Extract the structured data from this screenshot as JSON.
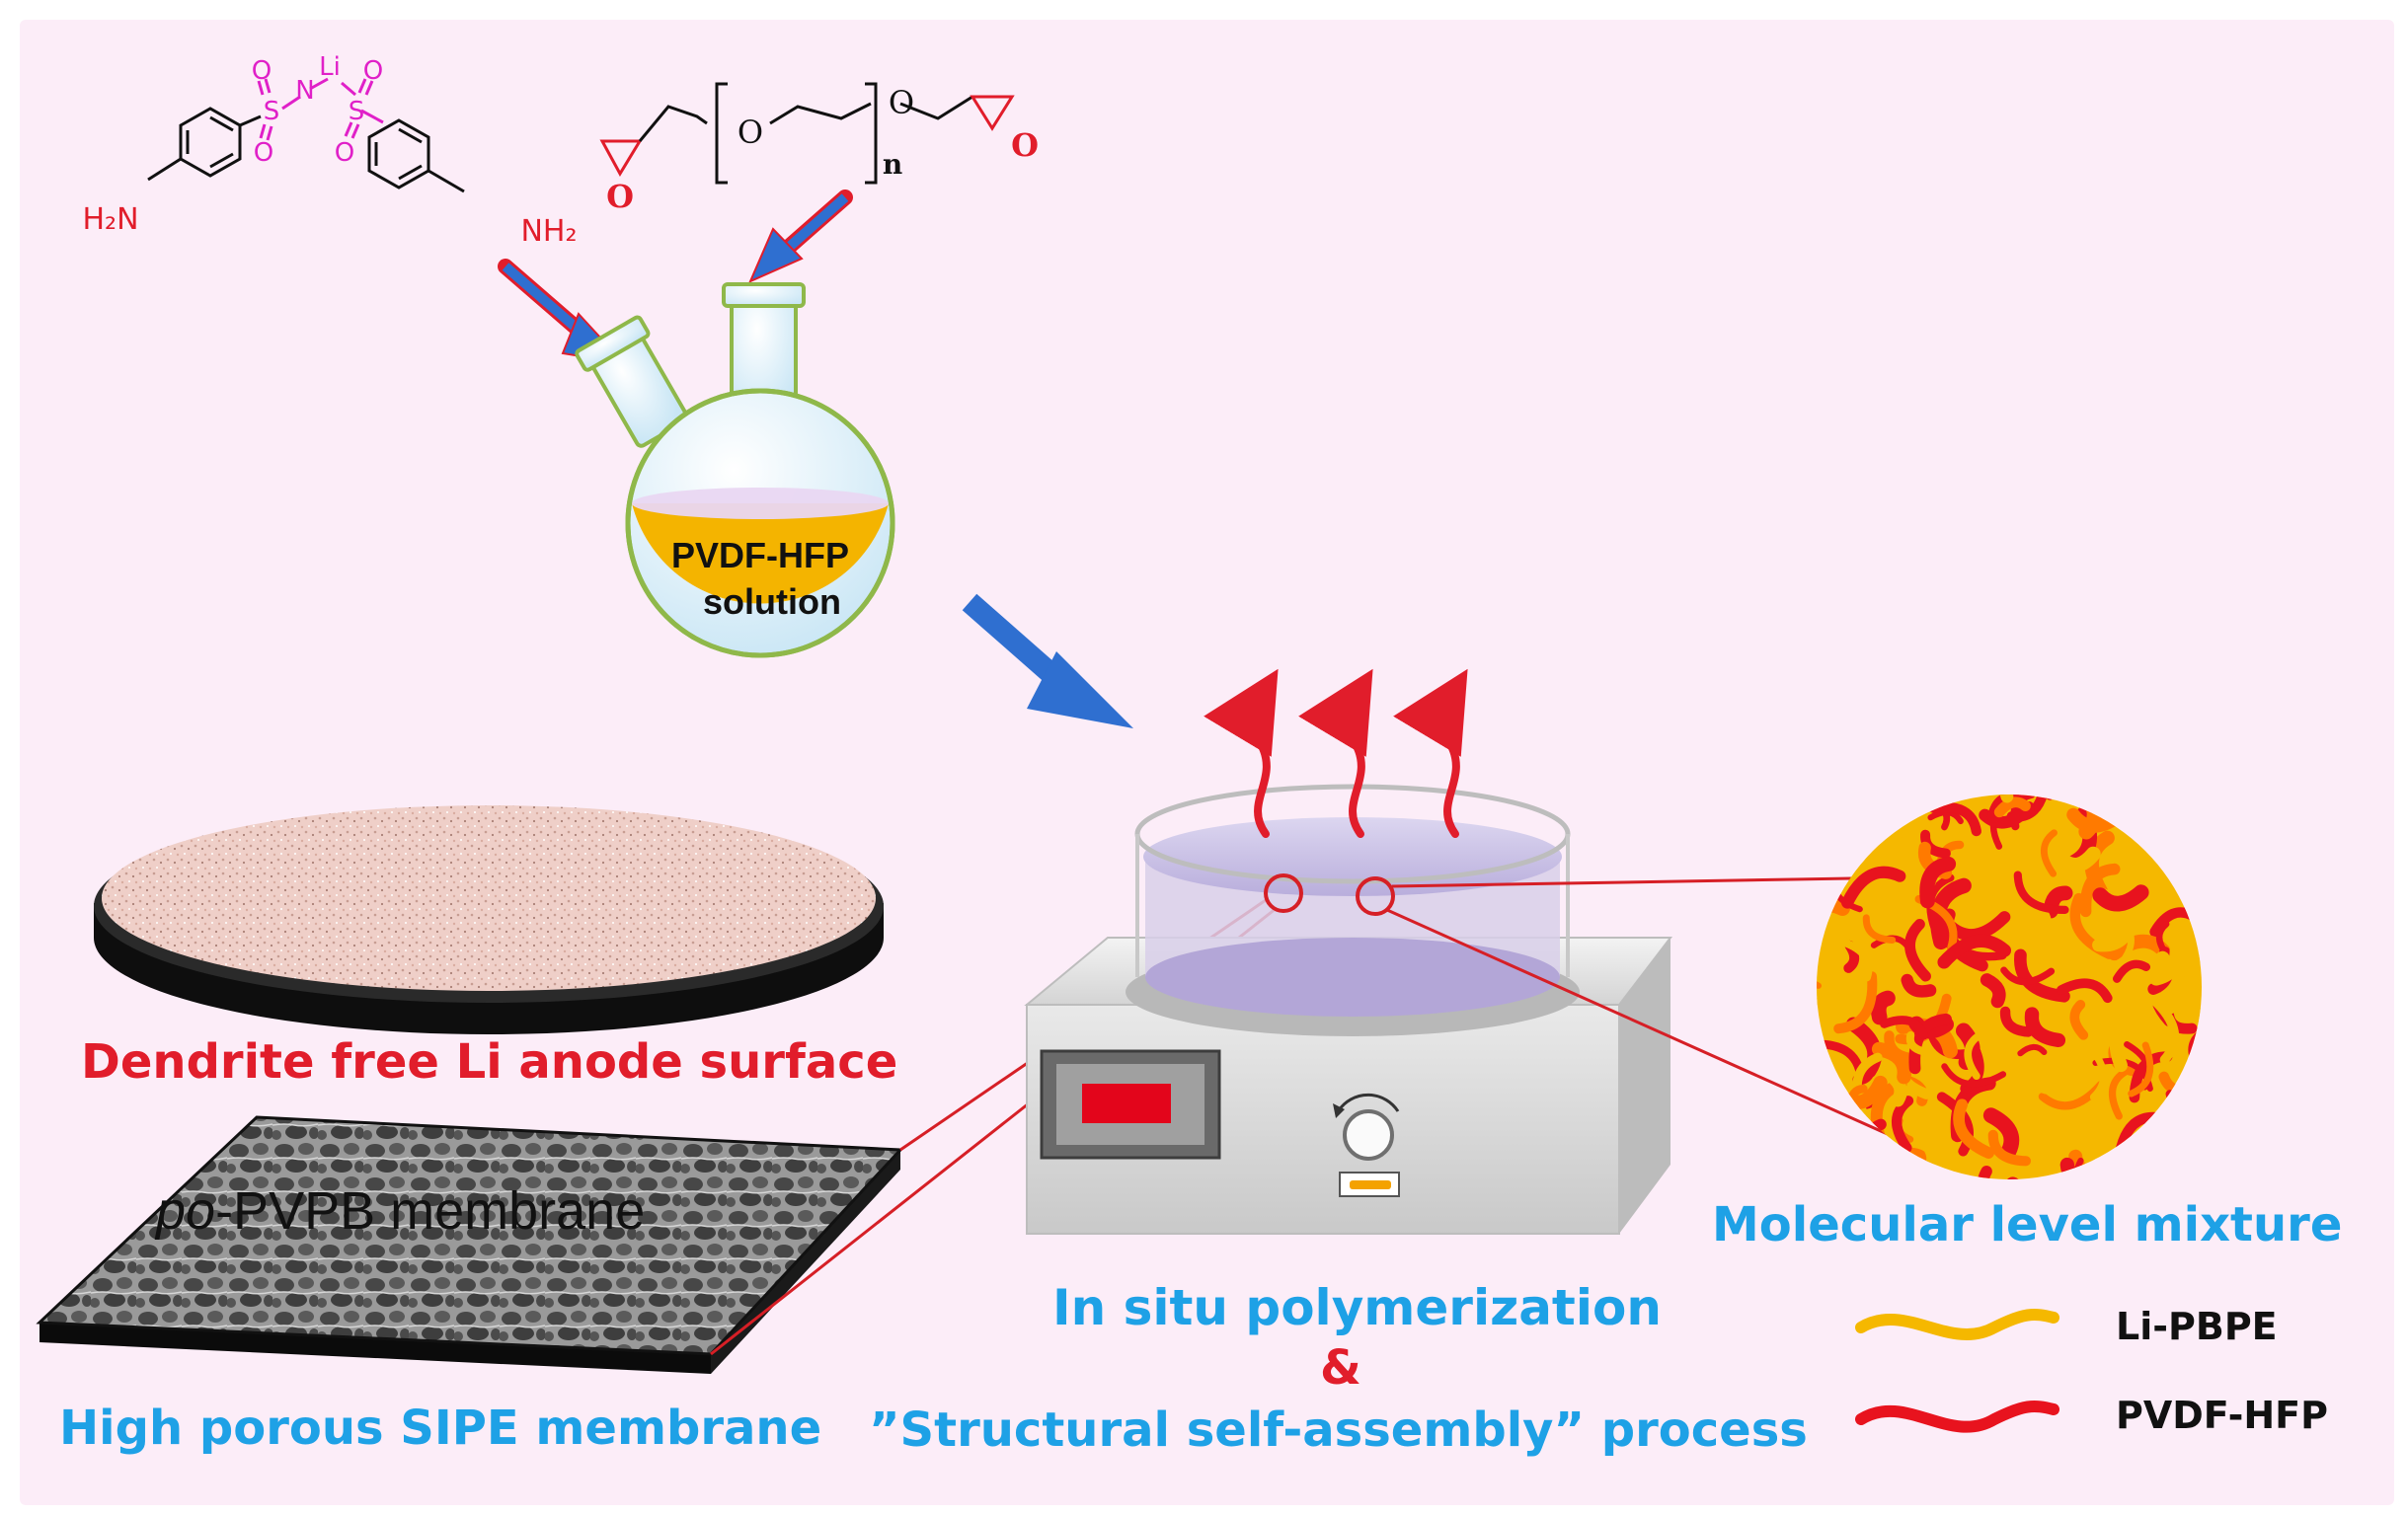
{
  "chemistry": {
    "li": "Li",
    "n": "N",
    "s1": "S",
    "s2": "S",
    "o_s1_top": "O",
    "o_s1_bot": "O",
    "o_s2_top": "O",
    "o_s2_bot": "O",
    "h2n_left": "H₂N",
    "nh2_right": "NH₂",
    "peg_o1": "O",
    "peg_o2": "O",
    "peg_n": "n",
    "epoxide_o_left": "O",
    "epoxide_o_right": "O"
  },
  "flask": {
    "line1": "PVDF-HFP",
    "line2": "solution"
  },
  "labels": {
    "anode_surface": "Dendrite free Li anode surface",
    "membrane_prefix": "po",
    "membrane_suffix": "-PVPB membrane",
    "sipe_membrane": "High porous SIPE membrane",
    "polymerization": "In situ polymerization",
    "ampersand": "&",
    "self_assembly": "”Structural self-assembly” process",
    "molecular_mixture": "Molecular level mixture"
  },
  "legend": {
    "items": [
      {
        "label": "Li-PBPE",
        "color": "#f5b800"
      },
      {
        "label": "PVDF-HFP",
        "color": "#e8131e"
      }
    ]
  },
  "colors": {
    "background": "#fcedf8",
    "sulfonyl": "#e020c8",
    "amine": "#e11d2b",
    "epoxide": "#e11d2b",
    "arrow_blue": "#2f6fd0",
    "flask_outline": "#8fb84a",
    "solution": "#f4b400",
    "heat_arrows": "#e11d2b",
    "zoom_lines": "#d61f26",
    "text_red": "#e11d2b",
    "text_blue": "#1ea1e6"
  }
}
